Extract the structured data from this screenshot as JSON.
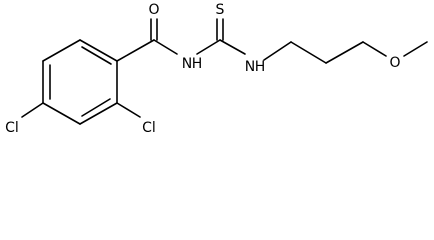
{
  "molecule": {
    "atoms": {
      "O_carbonyl": "O",
      "S_thio": "S",
      "N_amide": "N",
      "H_amide": "H",
      "N_thio": "N",
      "H_thio": "H",
      "O_ether": "O",
      "Cl_para": "Cl",
      "Cl_ortho": "Cl"
    }
  }
}
